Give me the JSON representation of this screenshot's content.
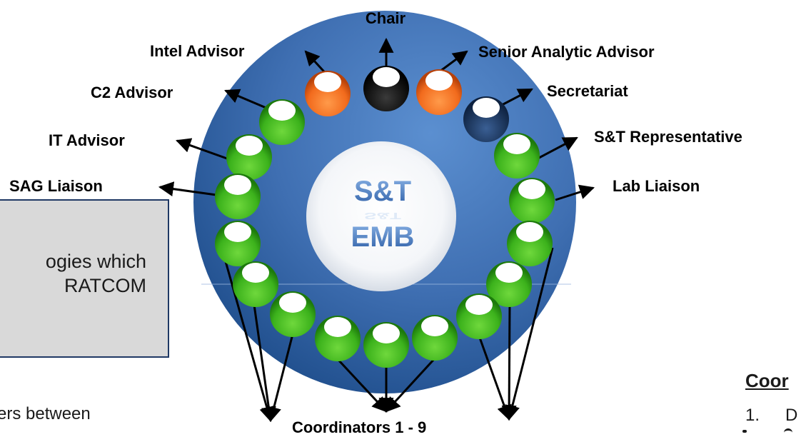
{
  "center": {
    "line1": "S&T",
    "line2": "EMB"
  },
  "labels": {
    "chair": "Chair",
    "intel_advisor": "Intel Advisor",
    "senior_analytic_advisor": "Senior Analytic Advisor",
    "c2_advisor": "C2 Advisor",
    "secretariat": "Secretariat",
    "it_advisor": "IT Advisor",
    "st_representative": "S&T Representative",
    "sag_liaison": "SAG Liaison",
    "lab_liaison": "Lab Liaison",
    "coordinators": "Coordinators 1 - 9"
  },
  "background_text": {
    "box_line1": "ogies which",
    "box_line2": "RATCOM",
    "bottom_left": "ers between",
    "coord_heading": "Coor",
    "coord_item1_num": "1.",
    "coord_item1_text": "D"
  },
  "colors": {
    "circle_dark": "#1f4e8c",
    "circle_light": "#5b8fd0",
    "green": "#3cb21c",
    "orange": "#f26b1d",
    "black": "#0a0a0a",
    "navy": "#1c3a66",
    "box_fill": "#d9d9d9",
    "box_border": "#1f3864"
  }
}
